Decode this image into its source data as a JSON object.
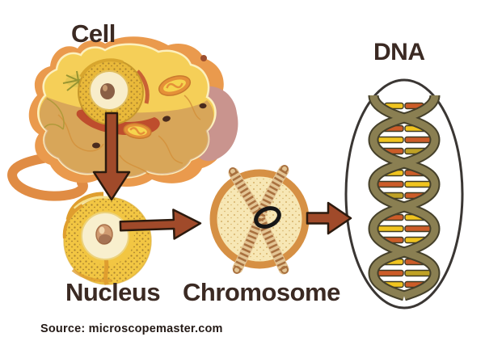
{
  "labels": {
    "cell": "Cell",
    "nucleus": "Nucleus",
    "chromosome": "Chromosome",
    "dna": "DNA"
  },
  "source_text": "Source: microscopemaster.com",
  "figure": {
    "type": "biology-diagram",
    "flow": [
      "Cell",
      "Nucleus",
      "Chromosome",
      "DNA"
    ],
    "arrows": [
      "cell-to-nucleus",
      "nucleus-to-chromosome",
      "chromosome-to-dna"
    ]
  },
  "colors": {
    "background": "#ffffff",
    "label_text": "#3b2a23",
    "source_text": "#241a16",
    "arrow_fill": "#a04a2a",
    "arrow_outline": "#2b1a0e",
    "cell_body": "#ea9a4d",
    "cell_interior": "#f5cf58",
    "nucleus_sphere": "#f2c643",
    "nucleus_inner": "#f8efcd",
    "chromosome_ring": "#d69044",
    "chromosome_fill": "#f7e7b5",
    "chromatin": "#a9713f",
    "dna_oval_outline": "#3a3633",
    "dna_strand": "#8a7f52",
    "dna_rung_orange": "#cc5c28",
    "dna_rung_yellow": "#f0c41f"
  }
}
